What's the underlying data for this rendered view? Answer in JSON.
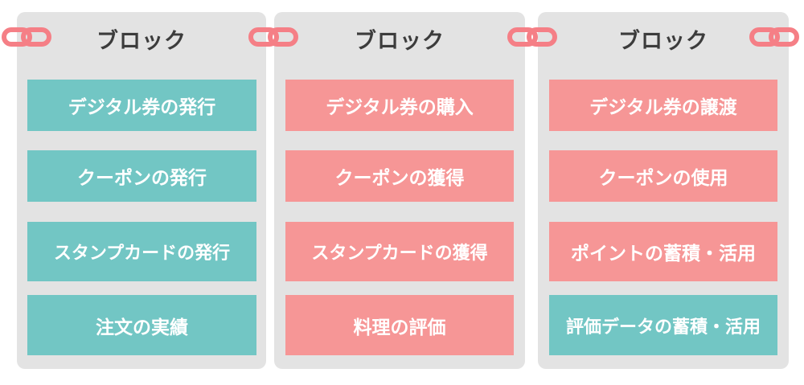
{
  "colors": {
    "block_bg": "#e3e3e3",
    "teal": "#72c6c4",
    "pink": "#f69696",
    "link": "#f57f86",
    "title_text": "#3c3c3c"
  },
  "blocks": [
    {
      "title": "ブロック",
      "items": [
        {
          "label": "デジタル券の発行",
          "color": "teal"
        },
        {
          "label": "クーポンの発行",
          "color": "teal"
        },
        {
          "label": "スタンプカードの発行",
          "color": "teal"
        },
        {
          "label": "注文の実績",
          "color": "teal"
        }
      ]
    },
    {
      "title": "ブロック",
      "items": [
        {
          "label": "デジタル券の購入",
          "color": "pink"
        },
        {
          "label": "クーポンの獲得",
          "color": "pink"
        },
        {
          "label": "スタンプカードの獲得",
          "color": "pink"
        },
        {
          "label": "料理の評価",
          "color": "pink"
        }
      ]
    },
    {
      "title": "ブロック",
      "items": [
        {
          "label": "デジタル券の譲渡",
          "color": "pink"
        },
        {
          "label": "クーポンの使用",
          "color": "pink"
        },
        {
          "label": "ポイントの蓄積・活用",
          "color": "pink"
        },
        {
          "label": "評価データの蓄積・活用",
          "color": "teal"
        }
      ]
    }
  ],
  "links": [
    {
      "icon": "chain-link-icon"
    },
    {
      "icon": "chain-link-icon"
    },
    {
      "icon": "chain-link-icon"
    },
    {
      "icon": "chain-link-icon"
    }
  ]
}
